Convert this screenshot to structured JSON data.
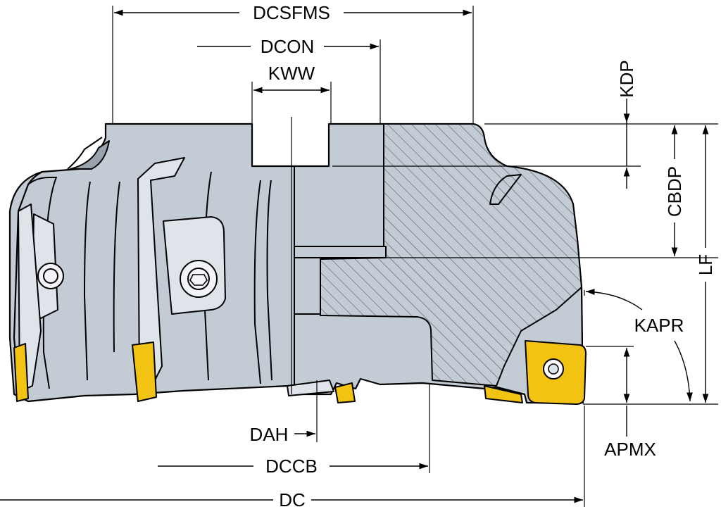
{
  "labels": {
    "dcsfms": "DCSFMS",
    "dcon": "DCON",
    "kww": "KWW",
    "kdp": "KDP",
    "cbdp": "CBDP",
    "lf": "LF",
    "kapr": "KAPR",
    "apmx": "APMX",
    "dah": "DAH",
    "dccb": "DCCB",
    "dc": "DC"
  },
  "colors": {
    "body": "#c3cbd4",
    "body_shadow": "#98a3ae",
    "insert": "#f2c313",
    "hatch": "#5a6570",
    "line": "#000000"
  }
}
